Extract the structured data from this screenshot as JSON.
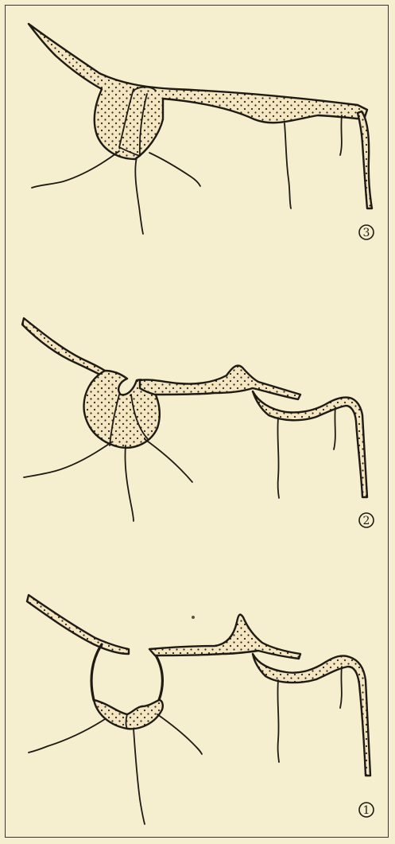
{
  "figures": [
    {
      "id": "fig-3",
      "label": "3"
    },
    {
      "id": "fig-2",
      "label": "2"
    },
    {
      "id": "fig-1",
      "label": "1"
    }
  ],
  "colors": {
    "paper": "#f6efcf",
    "ink": "#1e1a14"
  }
}
